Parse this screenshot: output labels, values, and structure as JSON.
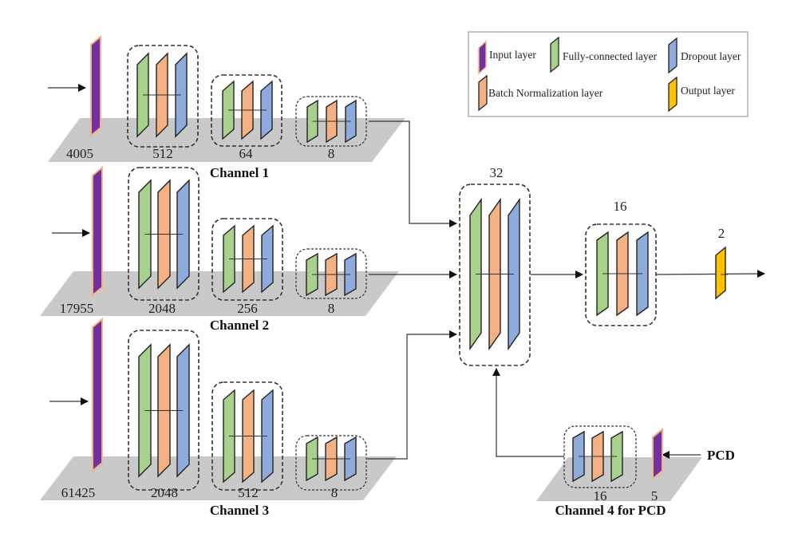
{
  "colors": {
    "input": "#7030a0",
    "input_border": "#f4b183",
    "fully_connected": "#a9d18e",
    "batch_norm": "#f4b183",
    "dropout": "#8faadc",
    "output": "#ffc000",
    "platform": "#c9c9c9",
    "line": "#333333"
  },
  "legend": {
    "input": "Input layer",
    "fully_connected": "Fully-connected layer",
    "dropout": "Dropout layer",
    "batch_norm": "Batch Normalization layer",
    "output": "Output layer"
  },
  "channels": [
    {
      "name": "Channel 1",
      "input_size": "4005",
      "blocks": [
        "512",
        "64",
        "8"
      ]
    },
    {
      "name": "Channel 2",
      "input_size": "17955",
      "blocks": [
        "2048",
        "256",
        "8"
      ]
    },
    {
      "name": "Channel 3",
      "input_size": "61425",
      "blocks": [
        "2048",
        "512",
        "8"
      ]
    },
    {
      "name": "Channel 4 for PCD",
      "input_size": "5",
      "blocks": [
        "16"
      ],
      "input_label": "PCD"
    }
  ],
  "merge": {
    "block1": "32",
    "block2": "16",
    "output": "2"
  }
}
